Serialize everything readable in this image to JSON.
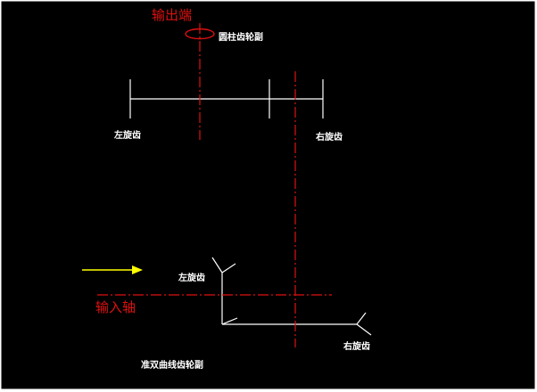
{
  "diagram": {
    "colors": {
      "background": "#000000",
      "border": "#ffffff",
      "line": "#ffffff",
      "centerline": "#e01010",
      "red_text": "#e01010",
      "arrow": "#ffff00"
    },
    "labels": {
      "output_end": "输出端",
      "cylindrical_gear_pair": "圆柱齿轮副",
      "left_helical_top": "左旋齿",
      "right_helical_top": "右旋齿",
      "left_helical_bottom": "左旋齿",
      "right_helical_bottom": "右旋齿",
      "input_shaft": "输入轴",
      "hypoid_gear_pair": "准双曲线齿轮副"
    },
    "icons": {
      "input_arrow": "arrow-right-icon",
      "output_shaft_end": "ellipse-icon"
    }
  }
}
